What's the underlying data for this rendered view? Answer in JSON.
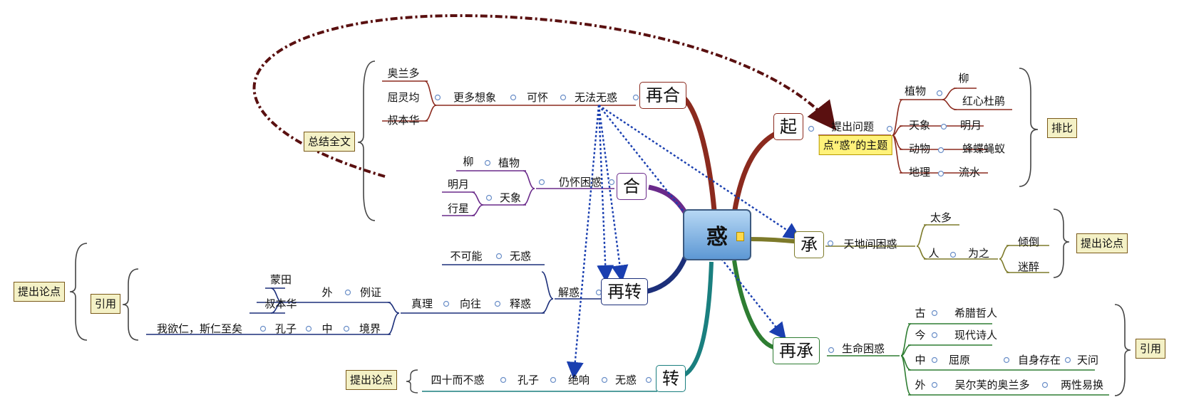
{
  "root": {
    "label": "惑",
    "note_icon": "note-icon"
  },
  "branches": {
    "qi": {
      "label": "起",
      "color": "#8b2a1e",
      "sub": {
        "label": "提出问题",
        "callout": "点“惑”的主题"
      },
      "items": [
        {
          "label": "植物",
          "leaves": [
            "柳",
            "红心杜鹃"
          ]
        },
        {
          "label": "天象",
          "leaves": [
            "明月"
          ]
        },
        {
          "label": "动物",
          "leaves": [
            "蜂蝶蝇蚁"
          ]
        },
        {
          "label": "地理",
          "leaves": [
            "流水"
          ]
        }
      ],
      "summary": "排比"
    },
    "cheng": {
      "label": "承",
      "color": "#7d7a2a",
      "sub": "天地间困惑",
      "many": "太多",
      "ren": "人",
      "weizhi": "为之",
      "results": [
        "倾倒",
        "迷醉"
      ],
      "summary": "提出论点"
    },
    "zaicheng": {
      "label": "再承",
      "color": "#2e7d32",
      "sub": "生命困惑",
      "rows": [
        {
          "era": "古",
          "items": [
            "希腊哲人"
          ]
        },
        {
          "era": "今",
          "items": [
            "现代诗人"
          ]
        },
        {
          "era": "中",
          "items": [
            "屈原",
            "自身存在",
            "天问"
          ]
        },
        {
          "era": "外",
          "items": [
            "吴尔芙的奥兰多",
            "两性易换"
          ]
        }
      ],
      "summary": "引用"
    },
    "zhuan": {
      "label": "转",
      "color": "#1a7f7f",
      "chain": [
        "无惑",
        "绝响",
        "孔子",
        "四十而不惑"
      ],
      "summary": "提出论点"
    },
    "zaizhuan": {
      "label": "再转",
      "color": "#1c2f7a",
      "sub": "解惑",
      "upper": [
        "不可能",
        "无惑"
      ],
      "release": "释惑",
      "toward": "向往",
      "truth": "真理",
      "example": "例证",
      "outside": "外",
      "ex_items": [
        "蒙田",
        "叔本华"
      ],
      "realm": "境界",
      "zhong": "中",
      "kongzi": "孔子",
      "quote": "我欲仁，斯仁至矣",
      "yinyong": "引用",
      "summary": "提出论点"
    },
    "he": {
      "label": "合",
      "color": "#6a2a8a",
      "sub": "仍怀困惑",
      "plant": {
        "label": "植物",
        "leaf": "柳"
      },
      "sky": {
        "label": "天象",
        "leaves": [
          "明月",
          "行星"
        ]
      }
    },
    "zaihe": {
      "label": "再合",
      "color": "#8b2a1e",
      "sub": "无法无惑",
      "k1": "可怀",
      "k2": "更多想象",
      "authors": [
        "奥兰多",
        "屈灵均",
        "叔本华"
      ],
      "summary": "总结全文"
    }
  }
}
